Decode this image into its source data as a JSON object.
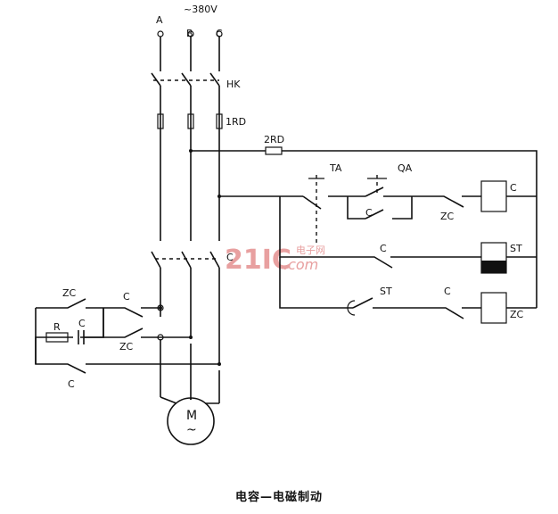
{
  "supply_label": "~380V",
  "phases": [
    "A",
    "B",
    "C"
  ],
  "components": {
    "knife_switch": "HK",
    "main_fuses": "1RD",
    "control_fuse": "2RD",
    "stop_button": "TA",
    "start_button": "QA",
    "main_contactor": "C",
    "brake_contactor": "ZC",
    "time_relay": "ST",
    "resistor": "R",
    "capacitor": "C",
    "motor": "M",
    "motor_symbol": "~"
  },
  "watermark": {
    "logo": "21IC",
    "cn": "电子网",
    "com": ".com"
  },
  "caption": "电容—电磁制动"
}
